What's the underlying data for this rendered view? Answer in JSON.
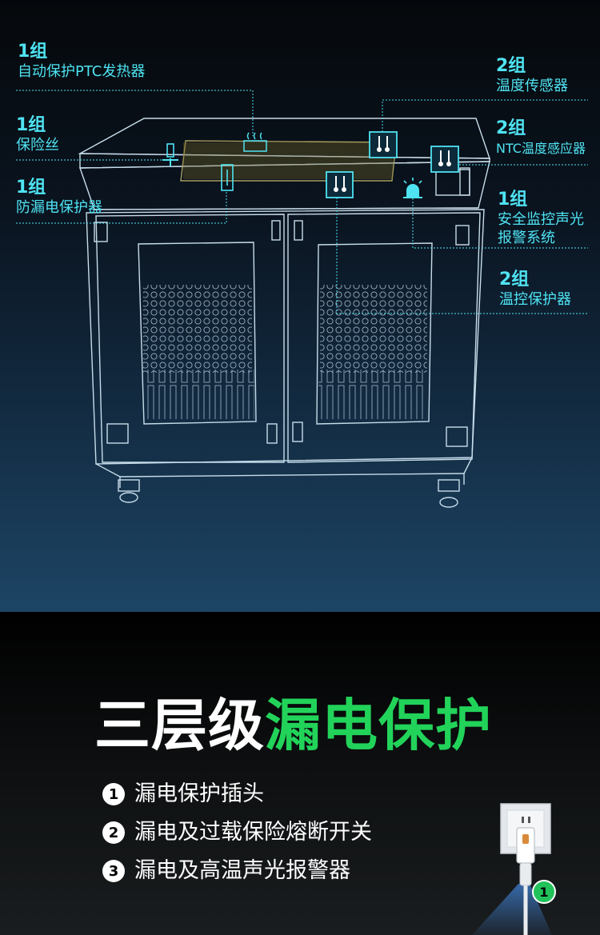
{
  "labels": [
    {
      "count": "1组",
      "name": "自动保护PTC发热器"
    },
    {
      "count": "1组",
      "name": "保险丝"
    },
    {
      "count": "1组",
      "name": "防漏电保护器"
    },
    {
      "count": "2组",
      "name": "温度传感器"
    },
    {
      "count": "2组",
      "name": "NTC温度感应器"
    },
    {
      "count": "1组",
      "name": "安全监控声光",
      "name2": "报警系统"
    },
    {
      "count": "2组",
      "name": "温控保护器"
    }
  ],
  "headline": {
    "white": "三层级",
    "green": "漏电保护"
  },
  "features": [
    {
      "num": "1",
      "text": "漏电保护插头"
    },
    {
      "num": "2",
      "text": "漏电及过载保险熔断开关"
    },
    {
      "num": "3",
      "text": "漏电及高温声光报警器"
    }
  ],
  "plug_badge": "1",
  "colors": {
    "accent": "#4fe3f2",
    "green": "#22d35a"
  }
}
